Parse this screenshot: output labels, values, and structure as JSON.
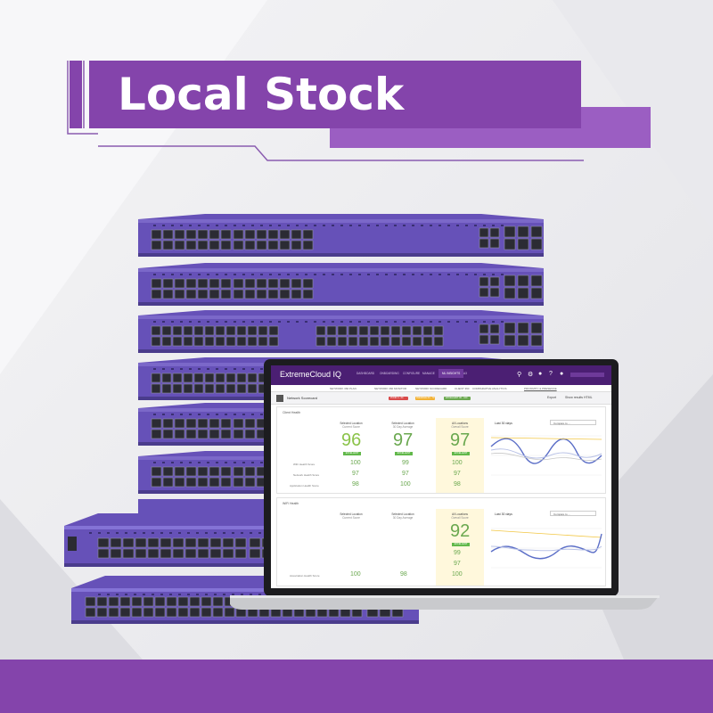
{
  "banner": {
    "title": "Local Stock"
  },
  "colors": {
    "brand_purple": "#8444ab",
    "switch_purple": "#6651b8",
    "app_header": "#4b1f73",
    "score_green": "#6aa84f",
    "score_orange": "#e69138"
  },
  "dashboard": {
    "app_title": "ExtremeCloud IQ",
    "nav_tabs": [
      "DASHBOARD",
      "ONBOARDING",
      "CONFIGURE",
      "MANAGE",
      "ML INSIGHTS",
      "A3"
    ],
    "active_tab": "ML INSIGHTS",
    "subnav": [
      "NETWORK 360 PLAN",
      "NETWORK 360 MONITOR",
      "NETWORK SCORECARD",
      "CLIENT 360",
      "COMPARATIVE ANALYTICS",
      "PROXIMITY & PRESENCE"
    ],
    "scoreboard_title": "Network Scorecard",
    "scoreboard_actions": [
      "Export",
      "Show results HTML"
    ],
    "status_pills": [
      "POOR 0 - 60",
      "AVERAGE 60 - 79",
      "EXCELLENT 80 - 100"
    ],
    "client_panel": {
      "title": "Client Health",
      "columns": [
        {
          "heading": "Selected Location",
          "sub": "Current Score",
          "score": "96",
          "badge": "EXCELLENT"
        },
        {
          "heading": "Selected Location",
          "sub": "30 Day Average",
          "score": "97",
          "badge": "EXCELLENT"
        },
        {
          "heading": "All Locations",
          "sub": "Overall Score",
          "score": "97",
          "badge": "EXCELLENT"
        }
      ],
      "rows": [
        {
          "label": "WiFi Health Score",
          "values": [
            "100",
            "99",
            "100"
          ]
        },
        {
          "label": "Network Health Score",
          "values": [
            "97",
            "97",
            "97"
          ]
        },
        {
          "label": "Application Health Score",
          "values": [
            "98",
            "100",
            "98"
          ]
        }
      ],
      "chart_title": "Last 30 days",
      "compare_label": "Compare to ..."
    },
    "wifi_panel": {
      "title": "WiFi Health",
      "columns": [
        {
          "heading": "Selected Location",
          "sub": "Current Score"
        },
        {
          "heading": "Selected Location",
          "sub": "30 Day Average"
        },
        {
          "heading": "All Locations",
          "sub": "Overall Score",
          "score": "92",
          "badge": "EXCELLENT"
        }
      ],
      "rows": [
        {
          "label": "",
          "values": [
            "",
            "",
            "99"
          ]
        },
        {
          "label": "",
          "values": [
            "",
            "",
            "97"
          ]
        },
        {
          "label": "Association Health Score",
          "values": [
            "100",
            "98",
            "100"
          ]
        }
      ],
      "chart_title": "Last 30 days",
      "compare_label": "Compare to ..."
    }
  }
}
